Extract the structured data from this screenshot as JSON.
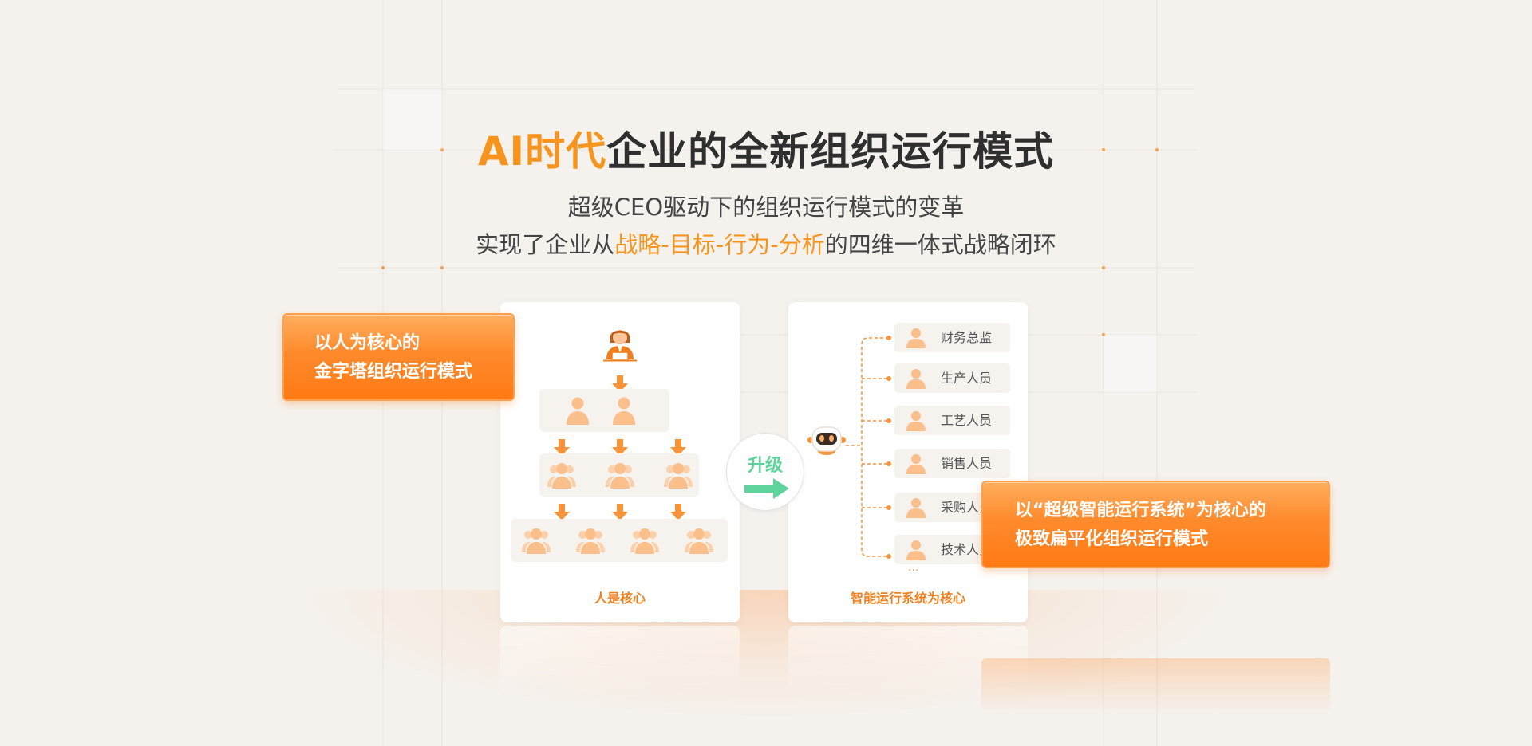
{
  "header": {
    "title_highlight": "AI时代",
    "title_rest": "企业的全新组织运行模式",
    "subtitle": "超级CEO驱动下的组织运行模式的变革",
    "subline_prefix": "实现了企业从",
    "subline_highlight": "战略-目标-行为-分析",
    "subline_suffix": "的四维一体式战略闭环"
  },
  "left_badge": {
    "line1": "以人为核心的",
    "line2": "金字塔组织运行模式"
  },
  "right_badge": {
    "line1": "以“超级智能运行系统”为核心的",
    "line2": "极致扁平化组织运行模式"
  },
  "left_card": {
    "footer": "人是核心"
  },
  "upgrade": {
    "label": "升级"
  },
  "right_card": {
    "footer": "智能运行系统为核心",
    "roles": [
      "财务总监",
      "生产人员",
      "工艺人员",
      "销售人员",
      "采购人员",
      "技术人员"
    ],
    "more": "..."
  },
  "colors": {
    "accent": "#f7941d",
    "badge": "#ff8a2c",
    "upgrade": "#5fd39c",
    "person": "#fbbf8c"
  }
}
